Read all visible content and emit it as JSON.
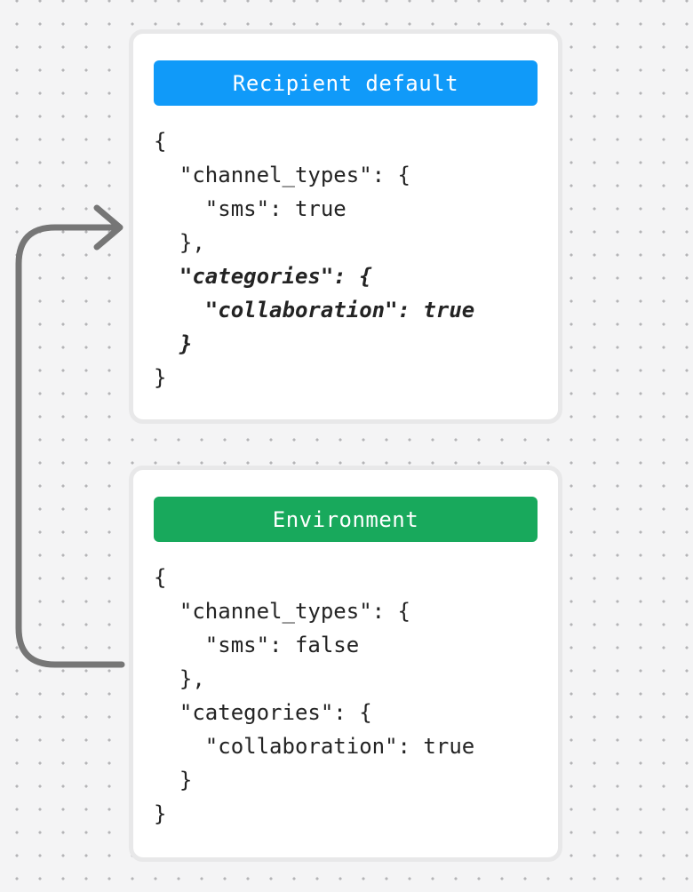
{
  "page": {
    "background_color": "#f4f4f5",
    "dot_color": "#b4b4b6"
  },
  "arrow": {
    "color": "#767676",
    "description": "curved arrow from Environment card left edge up to Recipient default card left edge"
  },
  "cards": [
    {
      "title": "Recipient default",
      "header_color": "#109af9",
      "code_lines": [
        {
          "text": "{",
          "emphasized": false
        },
        {
          "text": "  \"channel_types\": {",
          "emphasized": false
        },
        {
          "text": "    \"sms\": true",
          "emphasized": false
        },
        {
          "text": "  },",
          "emphasized": false
        },
        {
          "text": "  \"categories\": {",
          "emphasized": true
        },
        {
          "text": "    \"collaboration\": true",
          "emphasized": true
        },
        {
          "text": "  }",
          "emphasized": true
        },
        {
          "text": "}",
          "emphasized": false
        }
      ]
    },
    {
      "title": "Environment",
      "header_color": "#18a95c",
      "code_lines": [
        {
          "text": "{",
          "emphasized": false
        },
        {
          "text": "  \"channel_types\": {",
          "emphasized": false
        },
        {
          "text": "    \"sms\": false",
          "emphasized": false
        },
        {
          "text": "  },",
          "emphasized": false
        },
        {
          "text": "  \"categories\": {",
          "emphasized": false
        },
        {
          "text": "    \"collaboration\": true",
          "emphasized": false
        },
        {
          "text": "  }",
          "emphasized": false
        },
        {
          "text": "}",
          "emphasized": false
        }
      ]
    }
  ]
}
